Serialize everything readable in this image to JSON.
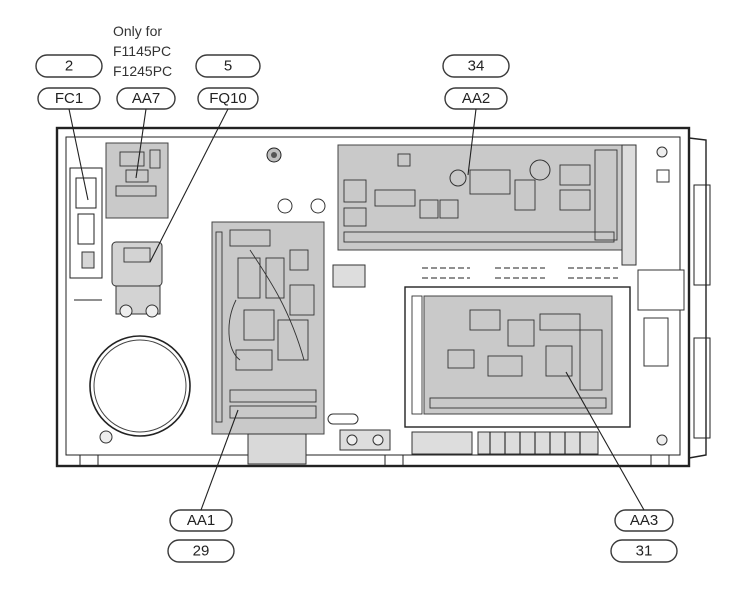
{
  "note": {
    "lines": [
      "Only for",
      "F1145PC",
      "F1245PC"
    ]
  },
  "labels": {
    "num_2": "2",
    "num_5": "5",
    "num_34": "34",
    "num_29": "29",
    "num_31": "31",
    "fc1": "FC1",
    "aa7": "AA7",
    "fq10": "FQ10",
    "aa2": "AA2",
    "aa1": "AA1",
    "aa3": "AA3"
  },
  "colors": {
    "board_fill": "#c9c9c9",
    "line": "#222222",
    "background": "#ffffff"
  }
}
